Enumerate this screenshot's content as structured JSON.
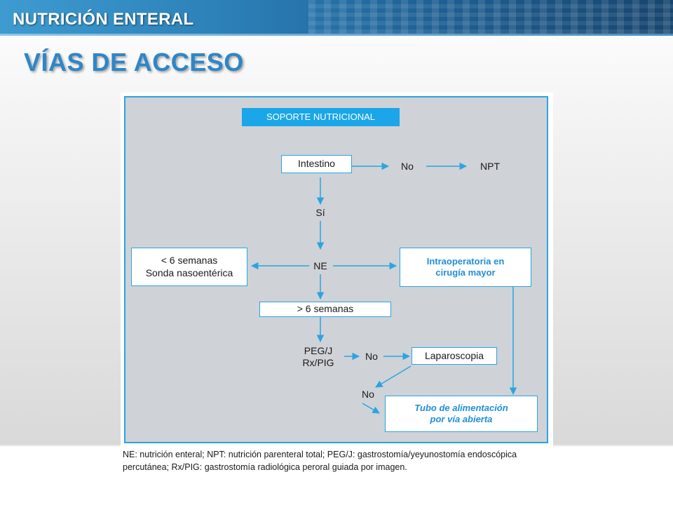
{
  "header": {
    "section": "NUTRICIÓN ENTERAL",
    "title": "VÍAS DE ACCESO"
  },
  "flowchart": {
    "root": "SOPORTE NUTRICIONAL",
    "intestino": "Intestino",
    "no_1": "No",
    "npt": "NPT",
    "si": "Sí",
    "ne": "NE",
    "short_term_line1": "< 6 semanas",
    "short_term_line2": "Sonda nasoentérica",
    "intraop_line1": "Intraoperatoria en",
    "intraop_line2": "cirugía mayor",
    "long_term": "> 6 semanas",
    "peg_line1": "PEG/J",
    "peg_line2": "Rx/PIG",
    "no_2": "No",
    "laparoscopia": "Laparoscopia",
    "no_3": "No",
    "tube_line1": "Tubo de alimentación",
    "tube_line2": "por vía abierta"
  },
  "caption": "NE: nutrición enteral; NPT: nutrición parenteral total; PEG/J: gastrostomía/yeyunostomía endoscópica percutánea; Rx/PIG: gastrostomía radiológica peroral guiada por imagen.",
  "colors": {
    "accent": "#2aa5e0",
    "title": "#2e86c8",
    "root_fill": "#1aa6e8",
    "panel": "#cfd2d7"
  }
}
